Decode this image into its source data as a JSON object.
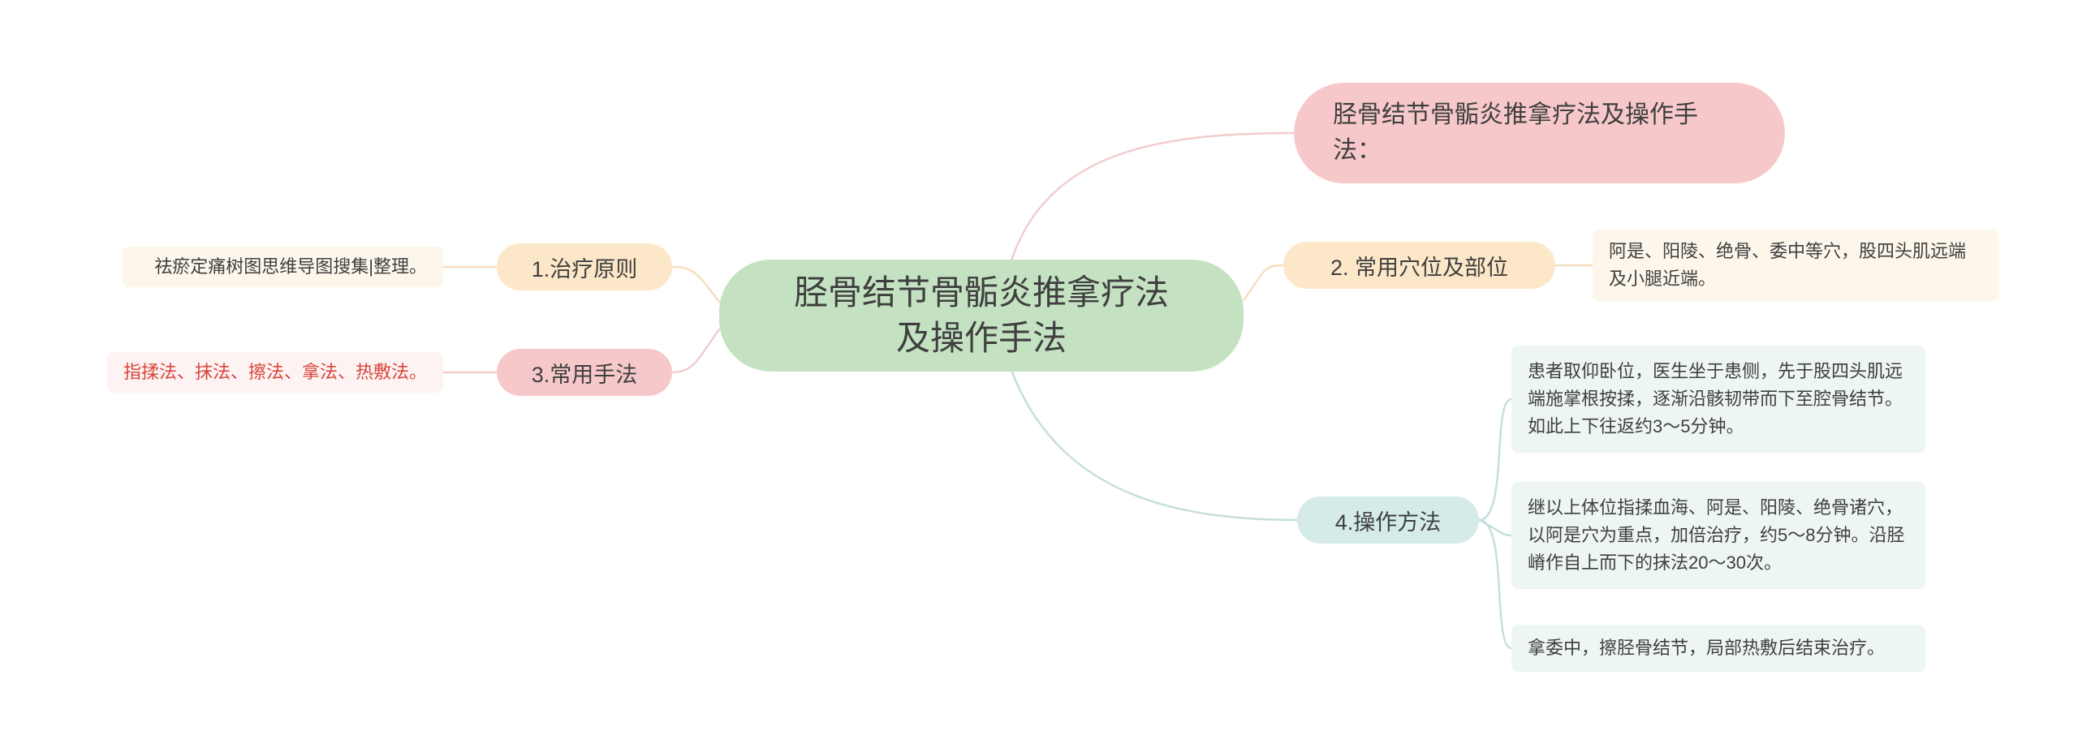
{
  "palette": {
    "canvas_bg": "#ffffff",
    "center_node_bg": "#c4e2c2",
    "pink_node_bg": "#f7c8c9",
    "peach_node_bg": "#fce7c8",
    "teal_node_bg": "#d4ebe8",
    "cream_detail_bg": "#fdf6ea",
    "pink_detail_bg": "#fdf3f2",
    "teal_detail_bg": "#edf6f4",
    "pink_line": "#f2cdce",
    "peach_line": "#f5dfbe",
    "teal_line": "#c6dfdb",
    "text_dark": "#3f3f3f",
    "text_red": "#d9453c"
  },
  "center": {
    "label": "胫骨结节骨骺炎推拿疗法及操作手法"
  },
  "note": {
    "label": "胫骨结节骨骺炎推拿疗法及操作手法："
  },
  "branches": {
    "b1": {
      "label": "1.治疗原则",
      "detail": "祛瘀定痛树图思维导图搜集|整理。"
    },
    "b2": {
      "label": "2. 常用穴位及部位",
      "detail": "阿是、阳陵、绝骨、委中等穴，股四头肌远端及小腿近端。"
    },
    "b3": {
      "label": "3.常用手法",
      "detail": "指揉法、抹法、擦法、拿法、热敷法。"
    },
    "b4": {
      "label": "4.操作方法",
      "details": [
        "患者取仰卧位，医生坐于患侧，先于股四头肌远端施掌根按揉，逐渐沿骸韧带而下至腔骨结节。如此上下往返约3～5分钟。",
        "继以上体位指揉血海、阿是、阳陵、绝骨诸穴，以阿是穴为重点，加倍治疗，约5～8分钟。沿胫嵴作自上而下的抹法20～30次。",
        "拿委中，擦胫骨结节，局部热敷后结束治疗。"
      ]
    }
  }
}
